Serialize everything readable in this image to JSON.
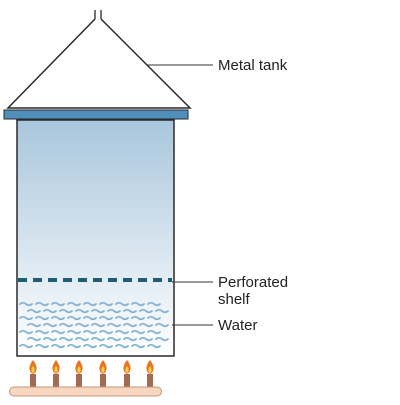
{
  "labels": {
    "metal_tank": "Metal tank",
    "perforated_line1": "Perforated",
    "perforated_line2": "shelf",
    "water": "Water"
  },
  "colors": {
    "outline": "#2a2a2a",
    "lid_band": "#4f8fb8",
    "tank_gradient_top": "#a9c6dc",
    "tank_gradient_bottom": "#ffffff",
    "shelf": "#1f5e72",
    "water_ripple": "#88b4d4",
    "burner_pipe": "#f6d7bf",
    "burner_pipe_stroke": "#c89576",
    "burner_post": "#a36a55",
    "flame_outer": "#e87722",
    "flame_inner": "#ffd24a"
  },
  "icons": {
    "burner_flame": "flame-icon"
  }
}
